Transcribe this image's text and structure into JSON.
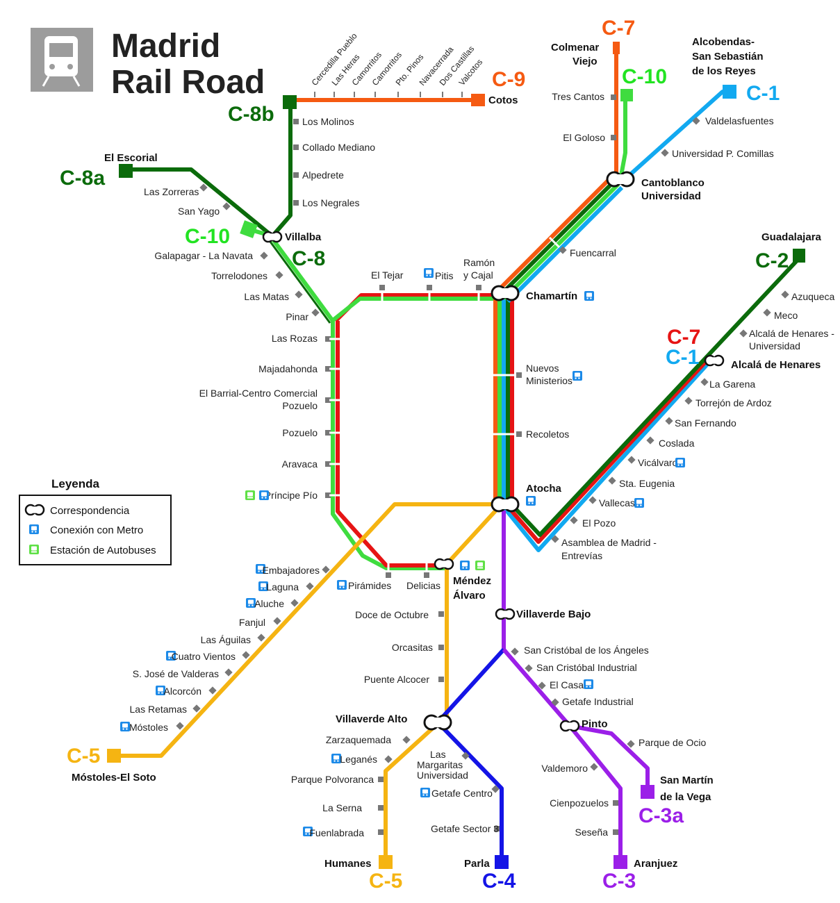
{
  "title": {
    "line1": "Madrid",
    "line2": "Rail Road",
    "logo_icon": "train-icon"
  },
  "colors": {
    "c1": "#12a9f0",
    "c2": "#0b6b0b",
    "c3": "#9b1fe8",
    "c4": "#1414e6",
    "c5": "#f5b412",
    "c7": "#e61414",
    "c8": "#3fdc3f",
    "c9": "#f55a12",
    "c10": "#22e322",
    "metro": "#1c8ae8",
    "bus": "#5fe046",
    "stop": "#777777",
    "logo_bg": "#9c9c9c"
  },
  "line_labels": {
    "c1": "C-1",
    "c2": "C-2",
    "c3": "C-3",
    "c3a": "C-3a",
    "c4": "C-4",
    "c5": "C-5",
    "c7": "C-7",
    "c8": "C-8",
    "c8a": "C-8a",
    "c8b": "C-8b",
    "c9": "C-9",
    "c10": "C-10"
  },
  "terminals": {
    "colmenar": [
      "Colmenar",
      "Viejo"
    ],
    "alcobendas": [
      "Alcobendas-",
      "San Sebastián",
      "de los Reyes"
    ],
    "cotos": "Cotos",
    "el_escorial": "El Escorial",
    "guadalajara": "Guadalajara",
    "mostoles": "Móstoles-El Soto",
    "humanes": "Humanes",
    "parla": "Parla",
    "aranjuez": "Aranjuez",
    "san_martin": [
      "San Martín",
      "de la Vega"
    ]
  },
  "hubs": {
    "chamartin": "Chamartín",
    "atocha": "Atocha",
    "cantoblanco": [
      "Cantoblanco",
      "Universidad"
    ],
    "villalba": "Villalba",
    "alcala": "Alcalá de Henares",
    "mendez_alvaro": [
      "Méndez",
      "Álvaro"
    ],
    "villaverde_bajo": "Villaverde Bajo",
    "villaverde_alto": "Villaverde Alto",
    "pinto": "Pinto"
  },
  "stations": {
    "c9": [
      "Cercedilla Pueblo",
      "Las Heras",
      "Camorritos",
      "Camorritos",
      "Pto. Pinos",
      "Navacerrada",
      "Dos Castillas",
      "Valcotos"
    ],
    "c8b": [
      "Los Molinos",
      "Collado Mediano",
      "Alpedrete",
      "Los Negrales"
    ],
    "c8a": [
      "Las Zorreras",
      "San Yago"
    ],
    "c8_north": [
      "Galapagar - La Navata",
      "Torrelodones",
      "Las Matas",
      "Pinar"
    ],
    "c10_west": [
      "Las Rozas",
      "Majadahonda",
      "El Barrial-Centro Comercial",
      "Pozuelo",
      "Pozuelo",
      "Aravaca",
      "Príncipe Pío"
    ],
    "c7_north": [
      "El Tejar",
      "Pitis",
      "Ramón",
      "y Cajal"
    ],
    "c7_10_north": [
      "Tres Cantos",
      "El Goloso"
    ],
    "c1_north": [
      "Valdelasfuentes",
      "Universidad P. Comillas"
    ],
    "fuencarral": "Fuencarral",
    "central": [
      "Nuevos",
      "Ministerios",
      "Recoletos"
    ],
    "c2": [
      "Azuqueca",
      "Meco",
      "Alcalá de Henares -",
      "Universidad"
    ],
    "corredor": [
      "La Garena",
      "Torrejón de Ardoz",
      "San Fernando",
      "Coslada",
      "Vicálvaro",
      "Sta. Eugenia",
      "Vallecas",
      "El Pozo",
      "Asamblea de Madrid -",
      "Entrevías"
    ],
    "south_loop": [
      "Pirámides",
      "Delicias"
    ],
    "c5_west": [
      "Embajadores",
      "Laguna",
      "Aluche",
      "Fanjul",
      "Las Águilas",
      "Cuatro Vientos",
      "S. José de Valderas",
      "Alcorcón",
      "Las Retamas",
      "Móstoles"
    ],
    "c5_south": [
      "Doce de Octubre",
      "Orcasitas",
      "Puente Alcocer"
    ],
    "c5_humanes": [
      "Zarzaquemada",
      "Leganés",
      "Parque Polvoranca",
      "La Serna",
      "Fuenlabrada"
    ],
    "c4": [
      "Las",
      "Margaritas",
      "Universidad",
      "Getafe Centro",
      "Getafe Sector 3"
    ],
    "c3": [
      "San Cristóbal de los Ángeles",
      "San Cristóbal Industrial",
      "El Casar",
      "Getafe Industrial",
      "Valdemoro",
      "Cienpozuelos",
      "Seseña"
    ],
    "c3a": "Parque de Ocio"
  },
  "legend": {
    "title": "Leyenda",
    "items": [
      {
        "label": "Correspondencia",
        "icon": "interchange-icon"
      },
      {
        "label": "Conexión con Metro",
        "icon": "metro-icon"
      },
      {
        "label": "Estación de Autobuses",
        "icon": "bus-station-icon"
      }
    ]
  }
}
